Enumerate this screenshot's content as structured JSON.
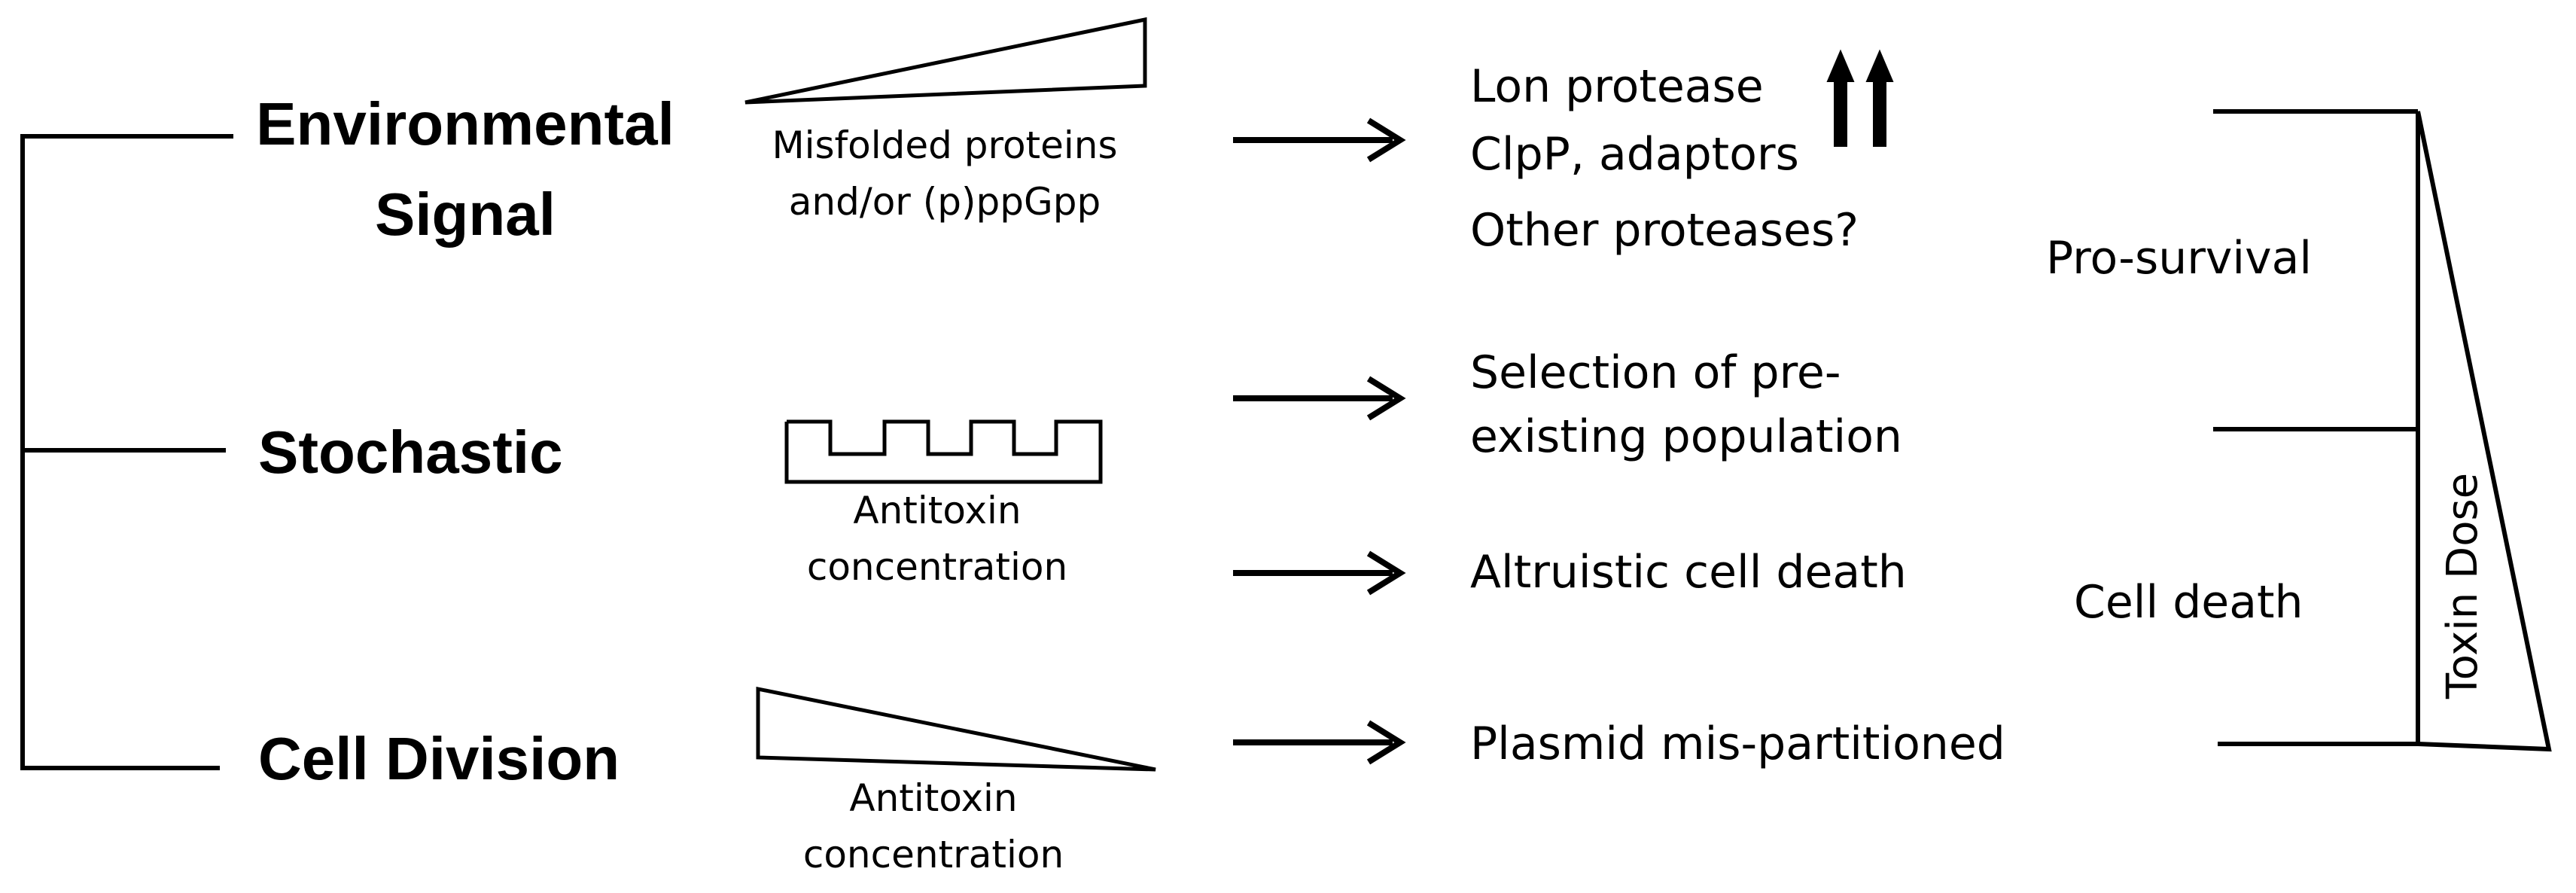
{
  "triggers": {
    "environmental_line1": "Environmental",
    "environmental_line2": "Signal",
    "stochastic": "Stochastic",
    "cell_division": "Cell Division"
  },
  "indicators": {
    "misfolded_line1": "Misfolded proteins",
    "misfolded_line2": "and/or (p)ppGpp",
    "antitoxin_stochastic_line1": "Antitoxin",
    "antitoxin_stochastic_line2": "concentration",
    "antitoxin_division_line1": "Antitoxin",
    "antitoxin_division_line2": "concentration"
  },
  "outcomes": {
    "lon_protease": "Lon protease",
    "clpp_adaptors": "ClpP, adaptors",
    "other_proteases": "Other proteases?",
    "selection_line1": "Selection of pre-",
    "selection_line2": "existing population",
    "altruistic": "Altruistic cell death",
    "plasmid": "Plasmid mis-partitioned"
  },
  "effects": {
    "pro_survival": "Pro-survival",
    "cell_death": "Cell death",
    "toxin_dose": "Toxin Dose"
  },
  "colors": {
    "stroke": "#000000",
    "background": "#ffffff"
  }
}
